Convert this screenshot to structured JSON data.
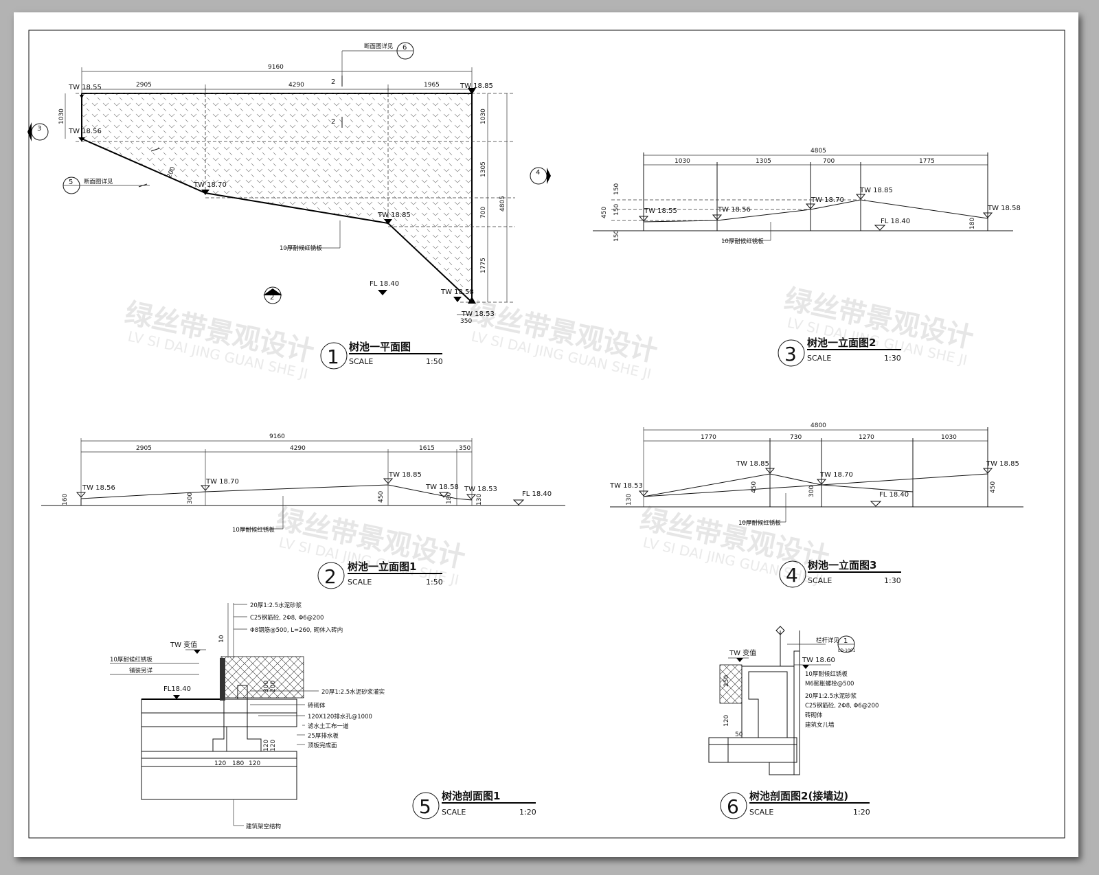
{
  "watermark": {
    "cn": "绿丝带景观设计",
    "en": "LV SI DAI JING GUAN SHE JI"
  },
  "titles": [
    {
      "num": "1",
      "name": "树池一平面图",
      "scale_word": "SCALE",
      "scale": "1:50"
    },
    {
      "num": "3",
      "name": "树池一立面图2",
      "scale_word": "SCALE",
      "scale": "1:30"
    },
    {
      "num": "2",
      "name": "树池一立面图1",
      "scale_word": "SCALE",
      "scale": "1:50"
    },
    {
      "num": "4",
      "name": "树池一立面图3",
      "scale_word": "SCALE",
      "scale": "1:30"
    },
    {
      "num": "5",
      "name": "树池剖面图1",
      "scale_word": "SCALE",
      "scale": "1:20"
    },
    {
      "num": "6",
      "name": "树池剖面图2(接墙边)",
      "scale_word": "SCALE",
      "scale": "1:20"
    }
  ],
  "plan": {
    "dims": {
      "total": "9160",
      "d1": "2905",
      "d2": "4290",
      "d3": "1965",
      "left": "1030",
      "r1": "1030",
      "r2": "1305",
      "r3": "700",
      "r4": "1775",
      "rtotal": "4805",
      "bottom": "350",
      "diag": "200",
      "cut": "2"
    },
    "levels": {
      "tl": "TW 18.55",
      "tr": "TW 18.85",
      "l2": "TW 18.56",
      "m": "TW 18.70",
      "m2": "TW 18.85",
      "b1": "TW 18.58",
      "b2": "TW 18.53",
      "fl": "FL 18.40"
    },
    "callout6": "断面图详见",
    "callout6_num": "6",
    "callout5": "断面图详见",
    "callout5_num": "5",
    "marker3": "3",
    "marker4": "4",
    "marker2": "2",
    "material": "10厚耐候红锈板"
  },
  "elev2": {
    "dims": {
      "total": "4805",
      "d1": "1030",
      "d2": "1305",
      "d3": "700",
      "d4": "1775",
      "h150a": "150",
      "h150b": "150",
      "h450": "450",
      "h150c": "150",
      "h180": "180"
    },
    "levels": [
      "TW 18.55",
      "TW 18.56",
      "TW 18.70",
      "TW 18.85",
      "TW 18.58"
    ],
    "fl": "FL 18.40",
    "material": "10厚耐候红锈板"
  },
  "elev1": {
    "dims": {
      "total": "9160",
      "d1": "2905",
      "d2": "4290",
      "d3": "1615",
      "d4": "350",
      "h160": "160",
      "h300": "300",
      "h450": "450",
      "h180": "180",
      "h130": "130"
    },
    "levels": [
      "TW 18.56",
      "TW 18.70",
      "TW 18.85",
      "TW 18.58",
      "TW 18.53"
    ],
    "fl": "FL 18.40",
    "material": "10厚耐候红锈板"
  },
  "elev3": {
    "dims": {
      "total": "4800",
      "d1": "1770",
      "d2": "730",
      "d3": "1270",
      "d4": "1030",
      "h130": "130",
      "h450": "450",
      "h300": "300",
      "h450b": "450"
    },
    "levels": [
      "TW 18.53",
      "TW 18.85",
      "TW 18.70",
      "TW 18.85"
    ],
    "fl": "FL 18.40",
    "material": "10厚耐候红锈板"
  },
  "sect1": {
    "notes_top": [
      "20厚1:2.5水泥砂浆",
      "C25钢筋砼, 2Φ8, Φ6@200",
      "Φ8钢筋@500, L=260, 砌体入砖内"
    ],
    "tw": "TW 变值",
    "left_notes": [
      "10厚耐候红锈板",
      "铺装另详"
    ],
    "fl": "FL18.40",
    "right_notes": [
      "20厚1:2.5水泥砂浆灌实",
      "砖砌体",
      "120X120排水孔@1000",
      "滤水土工布一道",
      "25厚排水板",
      "顶板完成面"
    ],
    "bottom_note": "建筑架空结构",
    "dims": {
      "t10": "10",
      "d1": "120",
      "d2": "180",
      "d3": "120",
      "h1": "120",
      "h2": "120",
      "h3": "300",
      "h4": "200"
    }
  },
  "sect2": {
    "callout": "栏杆详见",
    "callout_num": "1",
    "callout_sub": "LD-1001",
    "tw": "TW 变值",
    "tw2": "TW 18.60",
    "notes": [
      "10厚耐候红锈板",
      "M6膨胀螺栓@500",
      "20厚1:2.5水泥砂浆",
      "C25钢筋砼, 2Φ8, Φ6@200",
      "砖砌体",
      "建筑女儿墙"
    ],
    "dims": {
      "h1": "120",
      "h2": "250",
      "w1": "50"
    }
  }
}
